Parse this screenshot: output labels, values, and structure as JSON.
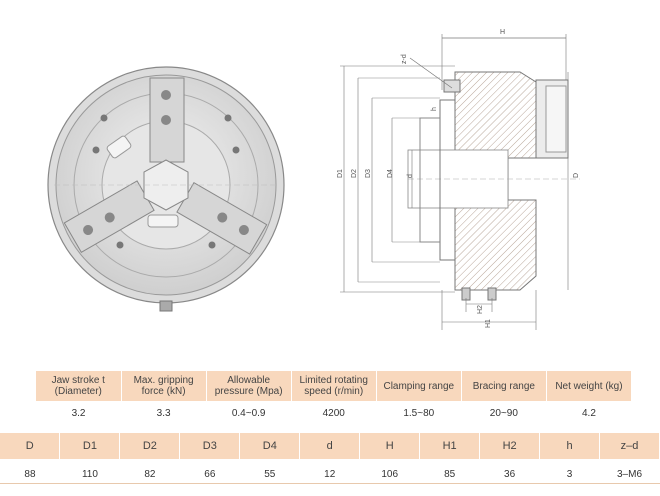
{
  "drawing": {
    "side_view_labels": {
      "top_width": "H",
      "angle_label": "z-d",
      "diameters": [
        "D1",
        "D2",
        "D3",
        "D4",
        "d",
        "D"
      ],
      "h_label": "h",
      "h2_label": "H2",
      "h1_label": "H1"
    }
  },
  "spec_table": {
    "headers": [
      "Jaw stroke t (Diameter)",
      "Max. gripping force (kN)",
      "Allowable pressure (Mpa)",
      "Limited rotating speed (r/min)",
      "Clamping range",
      "Bracing range",
      "Net weight (kg)"
    ],
    "values": [
      "3.2",
      "3.3",
      "0.4~0.9",
      "4200",
      "1.5~80",
      "20~90",
      "4.2"
    ]
  },
  "dims_table": {
    "headers": [
      "D",
      "D1",
      "D2",
      "D3",
      "D4",
      "d",
      "H",
      "H1",
      "H2",
      "h",
      "z–d"
    ],
    "values": [
      "88",
      "110",
      "82",
      "66",
      "55",
      "12",
      "106",
      "85",
      "36",
      "3",
      "3–M6"
    ]
  }
}
